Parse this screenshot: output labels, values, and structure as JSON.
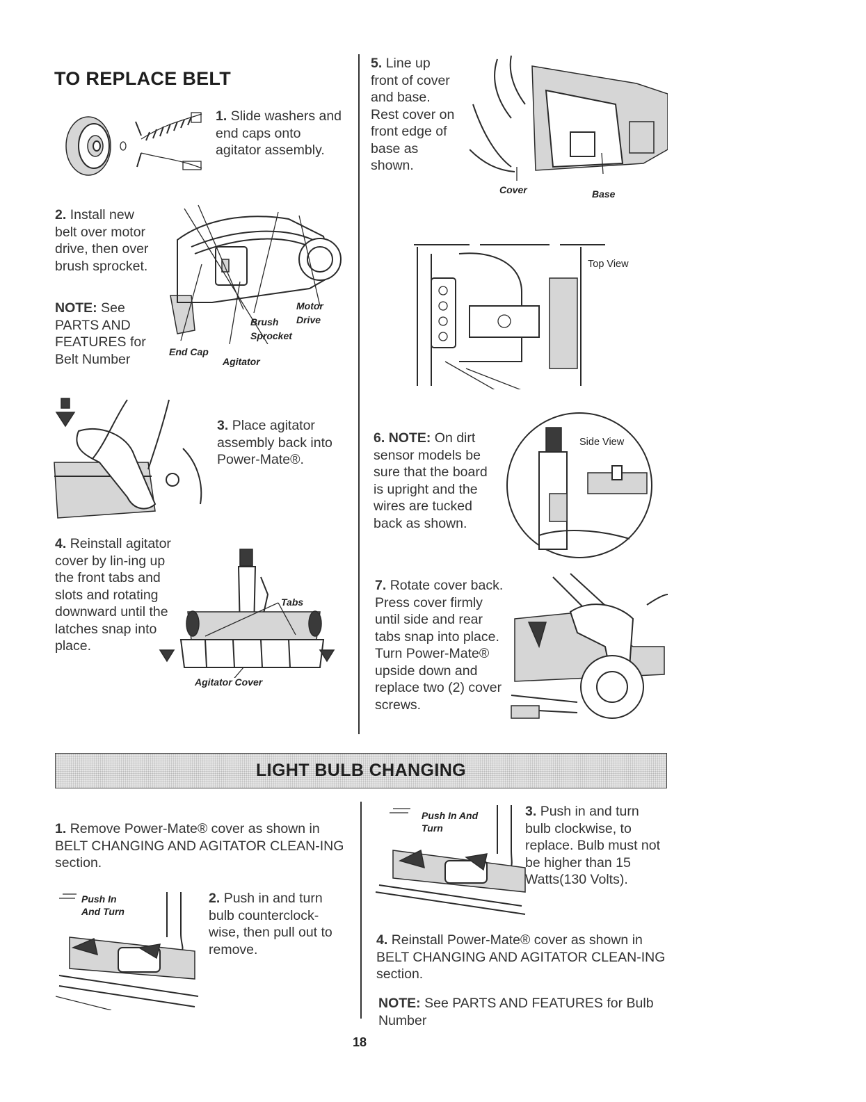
{
  "belt": {
    "title": "TO REPLACE BELT",
    "step1": {
      "num": "1.",
      "text": "Slide washers and end caps onto agitator assembly."
    },
    "step2": {
      "num": "2.",
      "text": "Install new belt over motor drive, then over brush sprocket."
    },
    "note": {
      "label": "NOTE:",
      "text": "See PARTS AND FEATURES for Belt Number"
    },
    "step2_labels": {
      "end_cap": "End Cap",
      "agitator": "Agitator",
      "brush_sprocket": "Brush Sprocket",
      "motor_drive": "Motor Drive"
    },
    "step3": {
      "num": "3.",
      "text": "Place agitator assembly back into Power-Mate®."
    },
    "step4": {
      "num": "4.",
      "text": "Reinstall agitator cover by lin-ing up the front tabs and slots and rotating downward until the latches snap into place."
    },
    "step4_labels": {
      "tabs": "Tabs",
      "agitator_cover": "Agitator Cover"
    },
    "step5": {
      "num": "5.",
      "text": "Line up front of cover and base. Rest cover on front edge of base as shown."
    },
    "step5_labels": {
      "cover": "Cover",
      "base": "Base"
    },
    "top_view": "Top View",
    "side_view": "Side View",
    "step6": {
      "num": "6.",
      "label": "NOTE:",
      "text": "On dirt sensor models be sure that the board is upright and the wires are tucked back as shown."
    },
    "step7": {
      "num": "7.",
      "text": "Rotate cover back. Press cover firmly until side and rear tabs snap into place. Turn Power-Mate® upside down and replace two (2) cover screws."
    }
  },
  "bulb": {
    "banner": "LIGHT BULB CHANGING",
    "step1": {
      "num": "1.",
      "text": "Remove Power-Mate® cover as shown in BELT CHANGING AND AGITATOR CLEAN-ING section."
    },
    "step2": {
      "num": "2.",
      "text": "Push in and turn bulb counterclock-wise, then pull out to remove."
    },
    "push_turn_a": "Push In And Turn",
    "push_turn_b": "Push In And Turn",
    "step3": {
      "num": "3.",
      "text": "Push in and turn bulb clockwise, to replace. Bulb must not be higher than 15 Watts(130 Volts)."
    },
    "step4": {
      "num": "4.",
      "text": "Reinstall Power-Mate® cover as shown in BELT CHANGING AND AGITATOR CLEAN-ING section."
    },
    "note": {
      "label": "NOTE:",
      "text": "See PARTS AND FEATURES for Bulb Number"
    }
  },
  "page_number": "18"
}
